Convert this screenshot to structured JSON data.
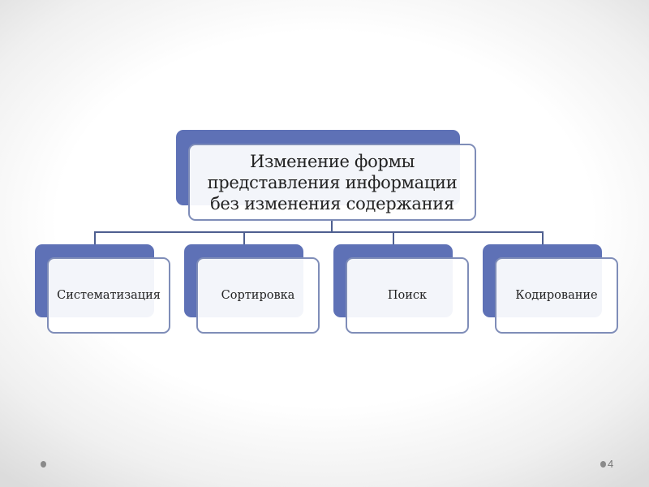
{
  "root": {
    "lines": [
      "Изменение формы",
      "представления информации",
      "без изменения содержания"
    ]
  },
  "children": [
    "Систематизация",
    "Сортировка",
    "Поиск",
    "Кодирование"
  ],
  "footer": {
    "page_number": "4"
  },
  "colors": {
    "accent": "#5e71b6",
    "border": "#7f8db8",
    "connector": "#4e5f90"
  }
}
